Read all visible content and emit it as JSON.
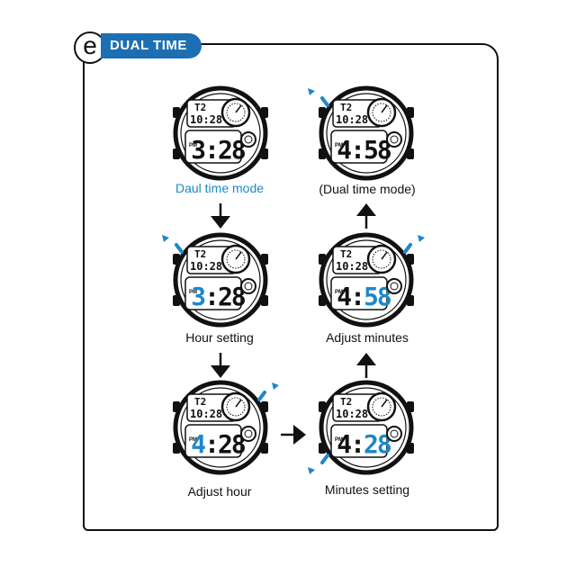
{
  "header": {
    "badge_letter": "e",
    "title": "DUAL TIME",
    "color": "#1d6fb4"
  },
  "accent_color": "#1d88c8",
  "watch_common": {
    "mode_label": "T2",
    "sub_time": "10:28",
    "pm_label": "PM"
  },
  "steps": [
    {
      "id": "dual-time-mode",
      "caption": "Daul time mode",
      "caption_color": "#1d88c8",
      "time": "3:28",
      "highlight": "none",
      "button_pressed": "none"
    },
    {
      "id": "hour-setting",
      "caption": "Hour setting",
      "caption_color": "#111111",
      "time": "3:28",
      "highlight": "hour",
      "button_pressed": "upper-left"
    },
    {
      "id": "adjust-hour",
      "caption": "Adjust hour",
      "caption_color": "#111111",
      "time": "4:28",
      "highlight": "hour",
      "button_pressed": "upper-right"
    },
    {
      "id": "minutes-setting",
      "caption": "Minutes setting",
      "caption_color": "#111111",
      "time": "4:28",
      "highlight": "minutes",
      "button_pressed": "lower-left"
    },
    {
      "id": "adjust-minutes",
      "caption": "Adjust minutes",
      "caption_color": "#111111",
      "time": "4:58",
      "highlight": "minutes",
      "button_pressed": "upper-right"
    },
    {
      "id": "dual-time-mode-return",
      "caption": "(Dual time mode)",
      "caption_color": "#111111",
      "time": "4:58",
      "highlight": "none",
      "button_pressed": "upper-left"
    }
  ]
}
